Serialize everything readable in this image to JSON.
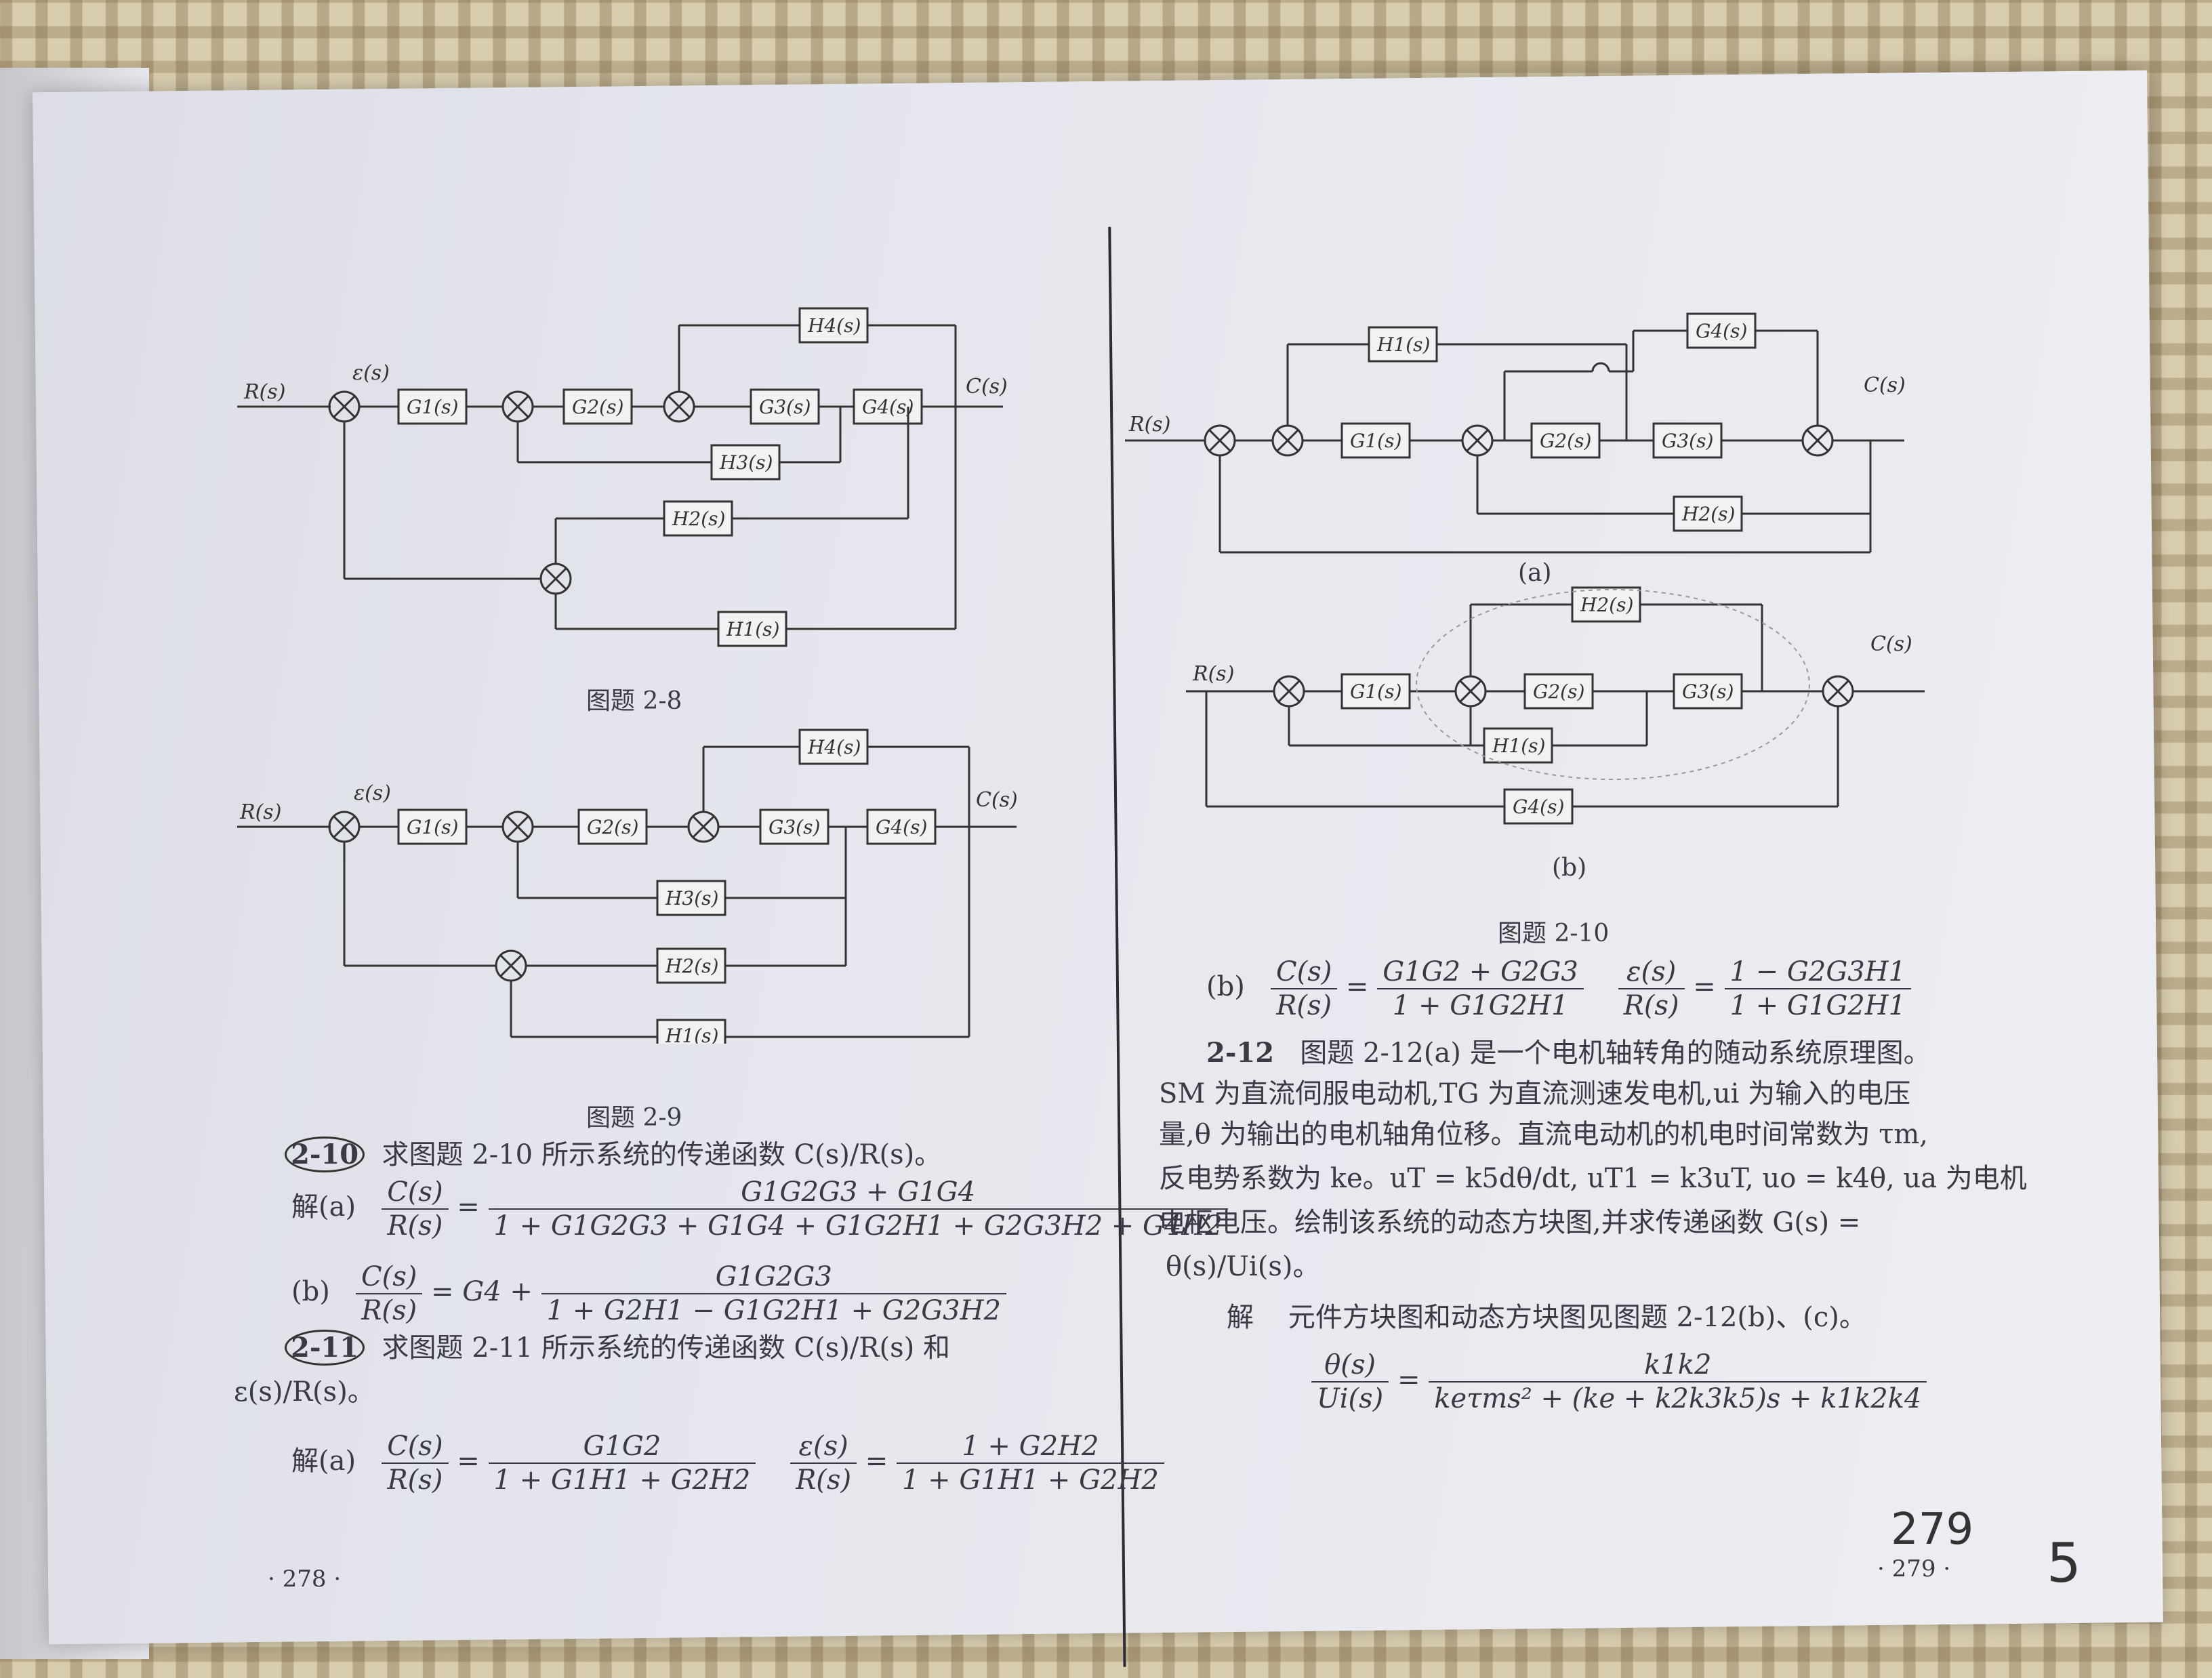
{
  "fig28": {
    "caption": "图题 2-8",
    "labels": {
      "R": "R(s)",
      "E": "ε(s)",
      "C": "C(s)",
      "G1": "G1(s)",
      "G2": "G2(s)",
      "G3": "G3(s)",
      "G4": "G4(s)",
      "H1": "H1(s)",
      "H2": "H2(s)",
      "H3": "H3(s)",
      "H4": "H4(s)"
    }
  },
  "fig29": {
    "caption": "图题 2-9",
    "labels": {
      "R": "R(s)",
      "E": "ε(s)",
      "C": "C(s)",
      "G1": "G1(s)",
      "G2": "G2(s)",
      "G3": "G3(s)",
      "G4": "G4(s)",
      "H1": "H1(s)",
      "H2": "H2(s)",
      "H3": "H3(s)",
      "H4": "H4(s)"
    }
  },
  "fig210": {
    "caption": "图题 2-10",
    "sub_a": "(a)",
    "sub_b": "(b)",
    "labels": {
      "R": "R(s)",
      "C": "C(s)",
      "G1": "G1(s)",
      "G2": "G2(s)",
      "G3": "G3(s)",
      "G4": "G4(s)",
      "H1": "H1(s)",
      "H2": "H2(s)"
    }
  },
  "left": {
    "p210_num": "2-10",
    "p210_text": "求图题 2-10 所示系统的传递函数 C(s)/R(s)。",
    "a_label": "解(a)",
    "a_lhs_n": "C(s)",
    "a_lhs_d": "R(s)",
    "a_rhs_n": "G1G2G3 + G1G4",
    "a_rhs_d": "1 + G1G2G3 + G1G4 + G1G2H1 + G2G3H2 + G4H2",
    "b_label": "(b)",
    "b_lhs_n": "C(s)",
    "b_lhs_d": "R(s)",
    "b_mid": "= G4 +",
    "b_rhs_n": "G1G2G3",
    "b_rhs_d": "1 + G2H1 − G1G2H1 + G2G3H2",
    "p211_num": "2-11",
    "p211_text": "求图题 2-11 所示系统的传递函数 C(s)/R(s) 和",
    "p211_text2": "ε(s)/R(s)。",
    "c_label": "解(a)",
    "c1_n": "C(s)",
    "c1_d": "R(s)",
    "c2_n": "G1G2",
    "c2_d": "1 + G1H1 + G2H2",
    "c3_n": "ε(s)",
    "c3_d": "R(s)",
    "c4_n": "1 + G2H2",
    "c4_d": "1 + G1H1 + G2H2",
    "page": "· 278 ·"
  },
  "right": {
    "b_label": "(b)",
    "b1_n": "C(s)",
    "b1_d": "R(s)",
    "b2_n": "G1G2 + G2G3",
    "b2_d": "1 + G1G2H1",
    "b3_n": "ε(s)",
    "b3_d": "R(s)",
    "b4_n": "1 − G2G3H1",
    "b4_d": "1 + G1G2H1",
    "p212_num": "2-12",
    "p212_l1": "图题 2-12(a) 是一个电机轴转角的随动系统原理图。",
    "p212_l2": "SM 为直流伺服电动机,TG 为直流测速发电机,ui 为输入的电压",
    "p212_l3": "量,θ 为输出的电机轴角位移。直流电动机的机电时间常数为 τm,",
    "p212_l4": "反电势系数为 ke。uT = k5dθ/dt, uT1 = k3uT, uo = k4θ, ua 为电机",
    "p212_l5": "电枢电压。绘制该系统的动态方块图,并求传递函数 G(s) =",
    "p212_l6": "θ(s)/Ui(s)。",
    "sol_label": "解",
    "sol_text": "元件方块图和动态方块图见图题 2-12(b)、(c)。",
    "f1_n": "θ(s)",
    "f1_d": "Ui(s)",
    "f2_n": "k1k2",
    "f2_d": "keτms² + (ke + k2k3k5)s + k1k2k4",
    "hand_page": "279",
    "page": "· 279 ·",
    "hand_mark": "5"
  }
}
